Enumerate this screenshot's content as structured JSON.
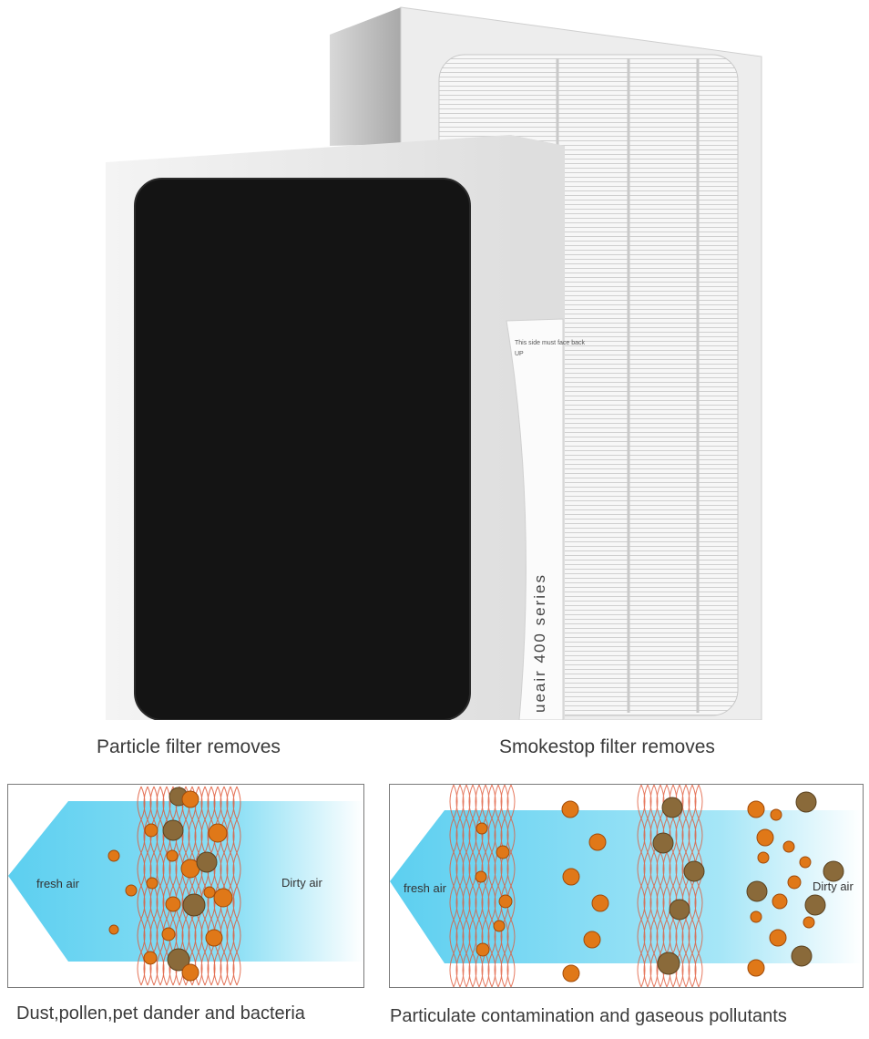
{
  "photo": {
    "front_filter": "carbon particle filter",
    "rear_filter": "pleated HEPA filter",
    "label_text": "This side must face back",
    "label_sub": "UP",
    "series_text": "ueair 400 series"
  },
  "captions": {
    "particle": "Particle filter removes",
    "smokestop": "Smokestop filter removes",
    "left_detail": "Dust,pollen,pet dander and bacteria",
    "right_detail": "Particulate contamination and gaseous pollutants"
  },
  "left_diagram": {
    "fresh_label": "fresh air",
    "dirty_label": "Dirty air"
  },
  "right_diagram": {
    "fresh_label": "fresh air",
    "dirty_label": "Dirty air"
  },
  "colors": {
    "airflow": "#63d3f2",
    "filter_weave": "#e05030",
    "particle_orange": "#e07818",
    "particle_brown": "#8a6a3a",
    "carbon": "#141414",
    "frame": "#f2f2f2"
  }
}
